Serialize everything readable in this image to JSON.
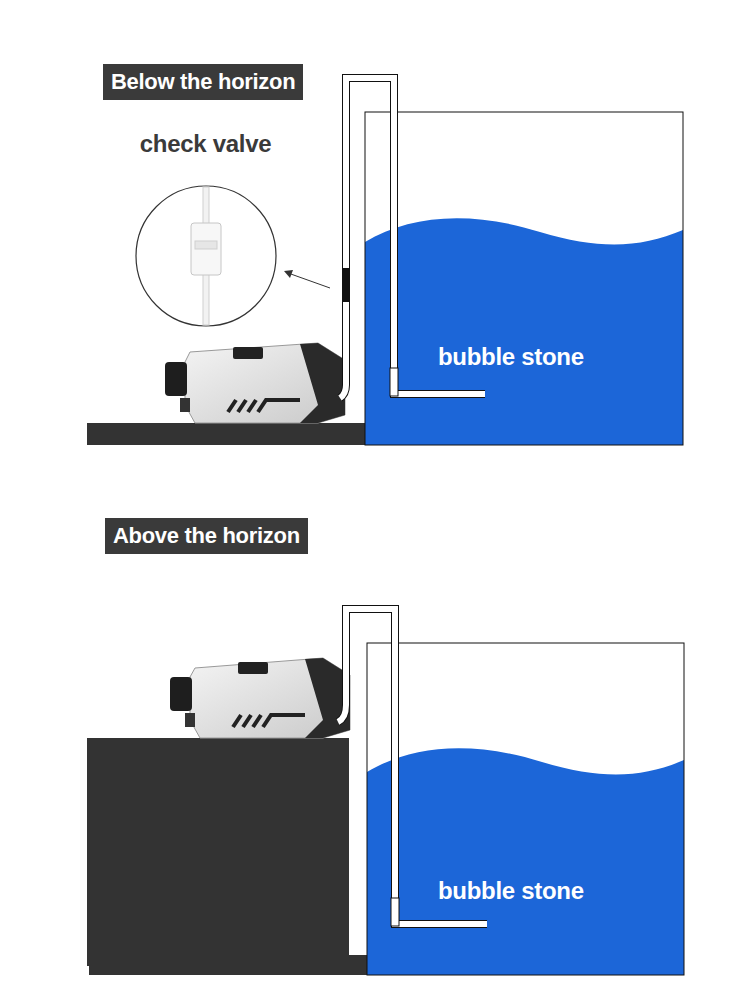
{
  "diagram": {
    "nodes": [
      {
        "text": [
          "Below the horizon"
        ]
      },
      {
        "text": [
          "check valve"
        ]
      },
      {
        "text": [
          "Above the horizon"
        ]
      }
    ],
    "labels": [
      "bubble stone",
      "bubble stone"
    ]
  }
}
